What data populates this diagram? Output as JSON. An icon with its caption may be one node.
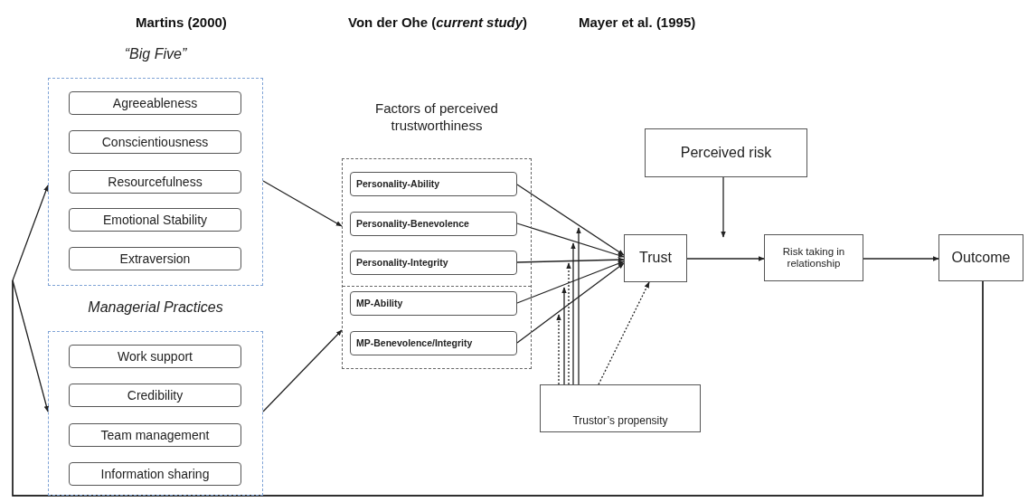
{
  "diagram": {
    "nodes": [
      {
        "text": [
          "“Big Five”"
        ]
      },
      {
        "text": [
          "Agreeableness"
        ],
        "in": 0
      },
      {
        "text": [
          "Conscientiousness"
        ],
        "in": 0
      },
      {
        "text": [
          "Resourcefulness"
        ],
        "in": 0
      },
      {
        "text": [
          "Emotional Stability"
        ],
        "in": 0
      },
      {
        "text": [
          "Extraversion"
        ],
        "in": 0
      },
      {
        "text": [
          "Managerial Practices"
        ]
      },
      {
        "text": [
          "Work support"
        ],
        "in": 6
      },
      {
        "text": [
          "Credibility"
        ],
        "in": 6
      },
      {
        "text": [
          "Team management"
        ],
        "in": 6
      },
      {
        "text": [
          "Information sharing"
        ],
        "in": 6
      },
      {
        "text": [
          "Factors of perceived trustworthiness"
        ]
      },
      {
        "text": [
          "Personality-Ability"
        ],
        "in": 11
      },
      {
        "text": [
          "Personality-Benevolence"
        ],
        "in": 11
      },
      {
        "text": [
          "Personality-Integrity"
        ],
        "in": 11
      },
      {
        "text": [
          "MP-Ability"
        ],
        "in": 11
      },
      {
        "text": [
          "MP-Benevolence/Integrity"
        ],
        "in": 11
      },
      {
        "text": [
          "Trust"
        ]
      },
      {
        "text": [
          "Perceived risk"
        ]
      },
      {
        "text": [
          "Risk taking in relationship"
        ]
      },
      {
        "text": [
          "Outcome"
        ]
      },
      {
        "text": [
          "Trustor’s propensity"
        ]
      }
    ],
    "edges": [
      {
        "from": 12,
        "to": 17,
        "arrow": "to"
      },
      {
        "from": 13,
        "to": 17,
        "arrow": "to"
      },
      {
        "from": 14,
        "to": 17,
        "arrow": "to"
      },
      {
        "from": 15,
        "to": 17,
        "arrow": "to"
      },
      {
        "from": 16,
        "to": 17,
        "arrow": "to"
      },
      {
        "from": 21,
        "to": null,
        "arrow": "to",
        "style": "dashed"
      },
      {
        "from": 21,
        "to": null,
        "arrow": "to"
      },
      {
        "from": 21,
        "to": null,
        "arrow": "to",
        "style": "dashed"
      },
      {
        "from": 21,
        "to": null,
        "arrow": "to"
      },
      {
        "from": 21,
        "to": null,
        "arrow": "to"
      },
      {
        "from": 21,
        "to": 17,
        "arrow": "to",
        "style": "dashed"
      },
      {
        "from": 18,
        "to": null,
        "arrow": "to"
      },
      {
        "from": 17,
        "to": 19,
        "arrow": "to"
      },
      {
        "from": 19,
        "to": 20,
        "arrow": "to"
      },
      {
        "from": 20,
        "to": 0,
        "arrow": "to"
      },
      {
        "from": 20,
        "to": 6,
        "arrow": "to"
      },
      {
        "from": 0,
        "to": 11,
        "arrow": "to"
      },
      {
        "from": 6,
        "to": 11,
        "arrow": "to"
      }
    ],
    "labels": [
      "Martins (2000)",
      "Von der Ohe (*current study*)",
      "Mayer et al. (1995)"
    ]
  }
}
